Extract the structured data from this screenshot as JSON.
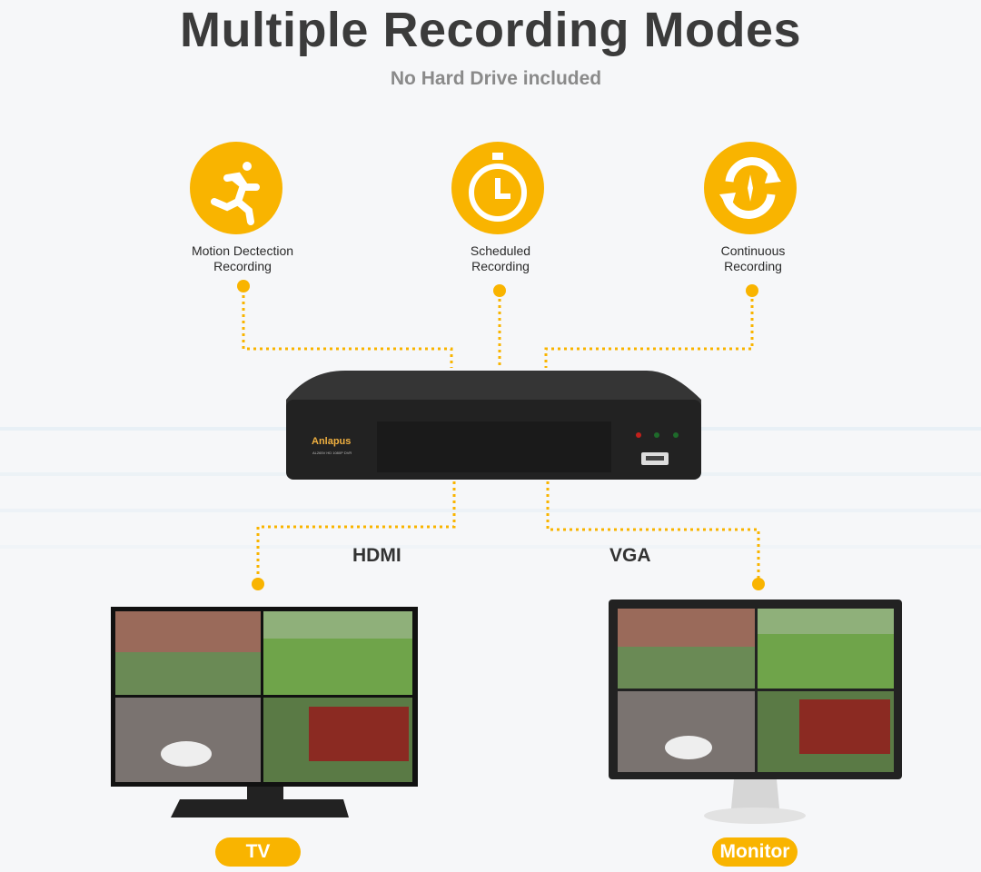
{
  "title": "Multiple Recording Modes",
  "subtitle": "No Hard Drive included",
  "modes": [
    {
      "icon": "running-person-icon",
      "line1": "Motion Dectection",
      "line2": "Recording"
    },
    {
      "icon": "stopwatch-icon",
      "line1": "Scheduled",
      "line2": "Recording"
    },
    {
      "icon": "sync-arrows-icon",
      "line1": "Continuous",
      "line2": "Recording"
    }
  ],
  "dvr": {
    "brand": "Anlapus",
    "model": "AL265V HD 1080P DVR"
  },
  "connections": {
    "left": "HDMI",
    "right": "VGA"
  },
  "displays": {
    "left": "TV",
    "right": "Monitor"
  },
  "colors": {
    "accent": "#F9B400",
    "background": "#F6F7F9",
    "device": "#2a2a2a"
  }
}
